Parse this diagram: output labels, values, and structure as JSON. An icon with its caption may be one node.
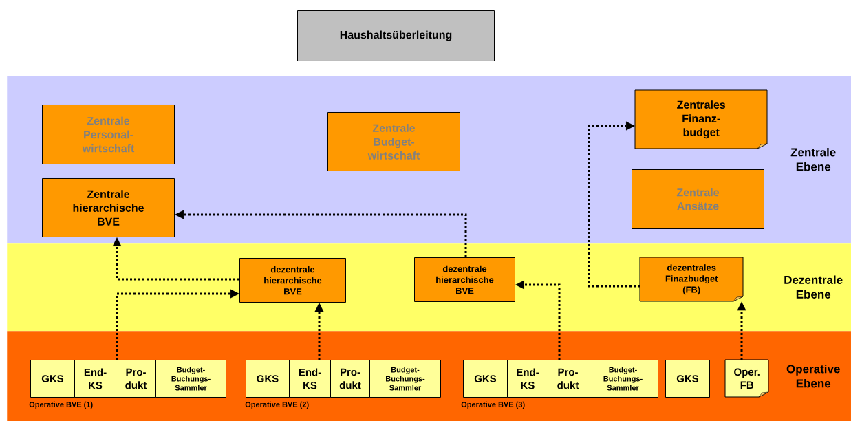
{
  "diagram": {
    "title": "Haushaltsüberleitung",
    "nodes": [
      {
        "text": [
          "Zentrale Ebene"
        ]
      },
      {
        "text": [
          "Zentrale Personal-wirtschaft"
        ],
        "in": 0
      },
      {
        "text": [
          "Zentrale Budget-wirtschaft"
        ],
        "in": 0
      },
      {
        "text": [
          "Zentrales Finanz-budget"
        ],
        "in": 0
      },
      {
        "text": [
          "Zentrale hierarchische BVE"
        ],
        "in": 0
      },
      {
        "text": [
          "Zentrale Ansätze"
        ],
        "in": 0
      },
      {
        "text": [
          "Dezentrale Ebene"
        ]
      },
      {
        "text": [
          "dezentrale hierarchische BVE"
        ],
        "in": 6
      },
      {
        "text": [
          "dezentrale hierarchische BVE"
        ],
        "in": 6
      },
      {
        "text": [
          "dezentrales Finazbudget (FB)"
        ],
        "in": 6
      },
      {
        "text": [
          "Operative Ebene"
        ]
      },
      {
        "text": [
          "GKS"
        ],
        "in": 10
      },
      {
        "text": [
          "End-KS"
        ],
        "in": 10
      },
      {
        "text": [
          "Pro-dukt"
        ],
        "in": 10
      },
      {
        "text": [
          "Budget-Buchungs-Sammler"
        ],
        "in": 10
      },
      {
        "text": [
          "GKS"
        ],
        "in": 10
      },
      {
        "text": [
          "End-KS"
        ],
        "in": 10
      },
      {
        "text": [
          "Pro-dukt"
        ],
        "in": 10
      },
      {
        "text": [
          "Budget-Buchungs-Sammler"
        ],
        "in": 10
      },
      {
        "text": [
          "GKS"
        ],
        "in": 10
      },
      {
        "text": [
          "End-KS"
        ],
        "in": 10
      },
      {
        "text": [
          "Pro-dukt"
        ],
        "in": 10
      },
      {
        "text": [
          "Budget-Buchungs-Sammler"
        ],
        "in": 10
      },
      {
        "text": [
          "GKS"
        ],
        "in": 10
      },
      {
        "text": [
          "Oper. FB"
        ],
        "in": 10
      }
    ],
    "edges": [
      {
        "from": 13,
        "to": 7,
        "arrow": "to"
      },
      {
        "from": 7,
        "to": 4,
        "arrow": "to"
      },
      {
        "from": 16,
        "to": 7,
        "arrow": "to"
      },
      {
        "from": 21,
        "to": 8,
        "arrow": "to"
      },
      {
        "from": 8,
        "to": 4,
        "arrow": "to"
      },
      {
        "from": 24,
        "to": 9,
        "arrow": "to"
      },
      {
        "from": 9,
        "to": 3,
        "arrow": "to"
      }
    ],
    "labels": [
      "Operative BVE (1)",
      "Operative BVE (2)",
      "Operative BVE (3)"
    ]
  }
}
